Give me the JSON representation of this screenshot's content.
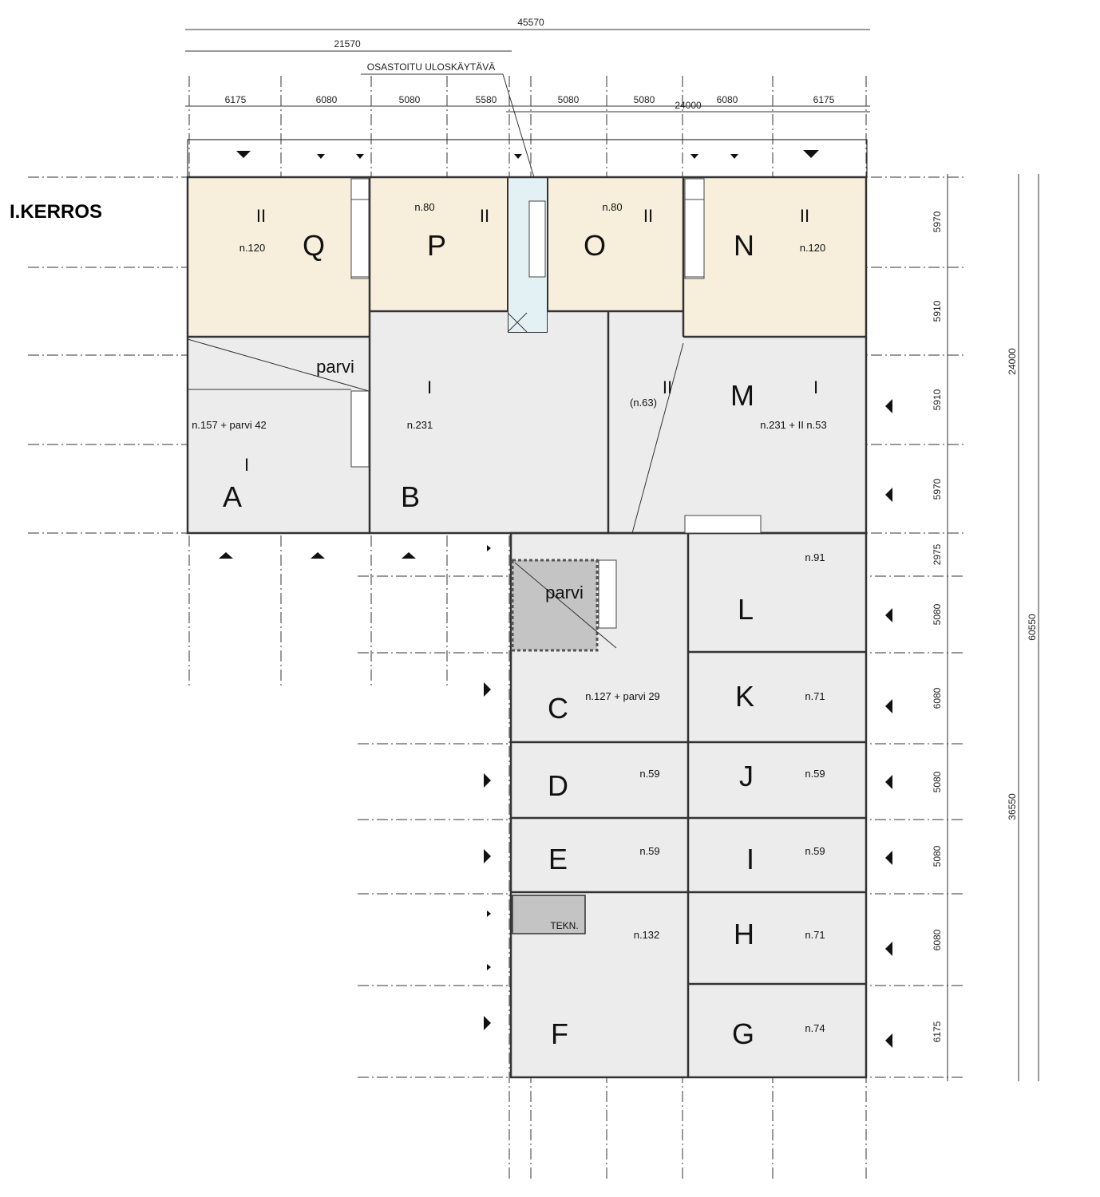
{
  "title": "I.KERROS",
  "note": "OSASTOITU ULOSKÄYTÄVÄ",
  "dims_top": {
    "total": "45570",
    "partial": "21570",
    "right": "24000",
    "bays": [
      "6175",
      "6080",
      "5080",
      "5580",
      "5080",
      "5080",
      "6080",
      "6175"
    ]
  },
  "dims_right": {
    "rows": [
      "5970",
      "5910",
      "5910",
      "5970",
      "2975",
      "5080",
      "6080",
      "5080",
      "5080",
      "6080",
      "6175"
    ],
    "upper_total": "24000",
    "lower_total": "36550",
    "overall": "60550"
  },
  "units": {
    "Q": {
      "letter": "Q",
      "floor": "II",
      "area": "n.120"
    },
    "P": {
      "letter": "P",
      "floor": "II",
      "area": "n.80"
    },
    "O": {
      "letter": "O",
      "floor": "II",
      "area": "n.80"
    },
    "N": {
      "letter": "N",
      "floor": "II",
      "area": "n.120"
    },
    "A": {
      "letter": "A",
      "floor": "I",
      "area": "n.157 + parvi 42",
      "loft": "parvi"
    },
    "B": {
      "letter": "B",
      "floor": "I",
      "area": "n.231"
    },
    "M": {
      "letter": "M",
      "floor": "I",
      "area": "n.231 + II n.53",
      "upper_floor": "II",
      "upper_area": "(n.63)"
    },
    "C": {
      "letter": "C",
      "area": "n.127 + parvi 29",
      "loft": "parvi"
    },
    "D": {
      "letter": "D",
      "area": "n.59"
    },
    "E": {
      "letter": "E",
      "area": "n.59"
    },
    "F": {
      "letter": "F",
      "area": "n.132",
      "tech": "TEKN."
    },
    "L": {
      "letter": "L",
      "area": "n.91"
    },
    "K": {
      "letter": "K",
      "area": "n.71"
    },
    "J": {
      "letter": "J",
      "area": "n.59"
    },
    "I": {
      "letter": "I",
      "area": "n.59"
    },
    "H": {
      "letter": "H",
      "area": "n.71"
    },
    "G": {
      "letter": "G",
      "area": "n.74"
    }
  },
  "colors": {
    "upper_floor": "#f7eedc",
    "ground_floor": "#ececec",
    "corridor": "#e3f1f4",
    "loft": "#c4c4c4"
  }
}
